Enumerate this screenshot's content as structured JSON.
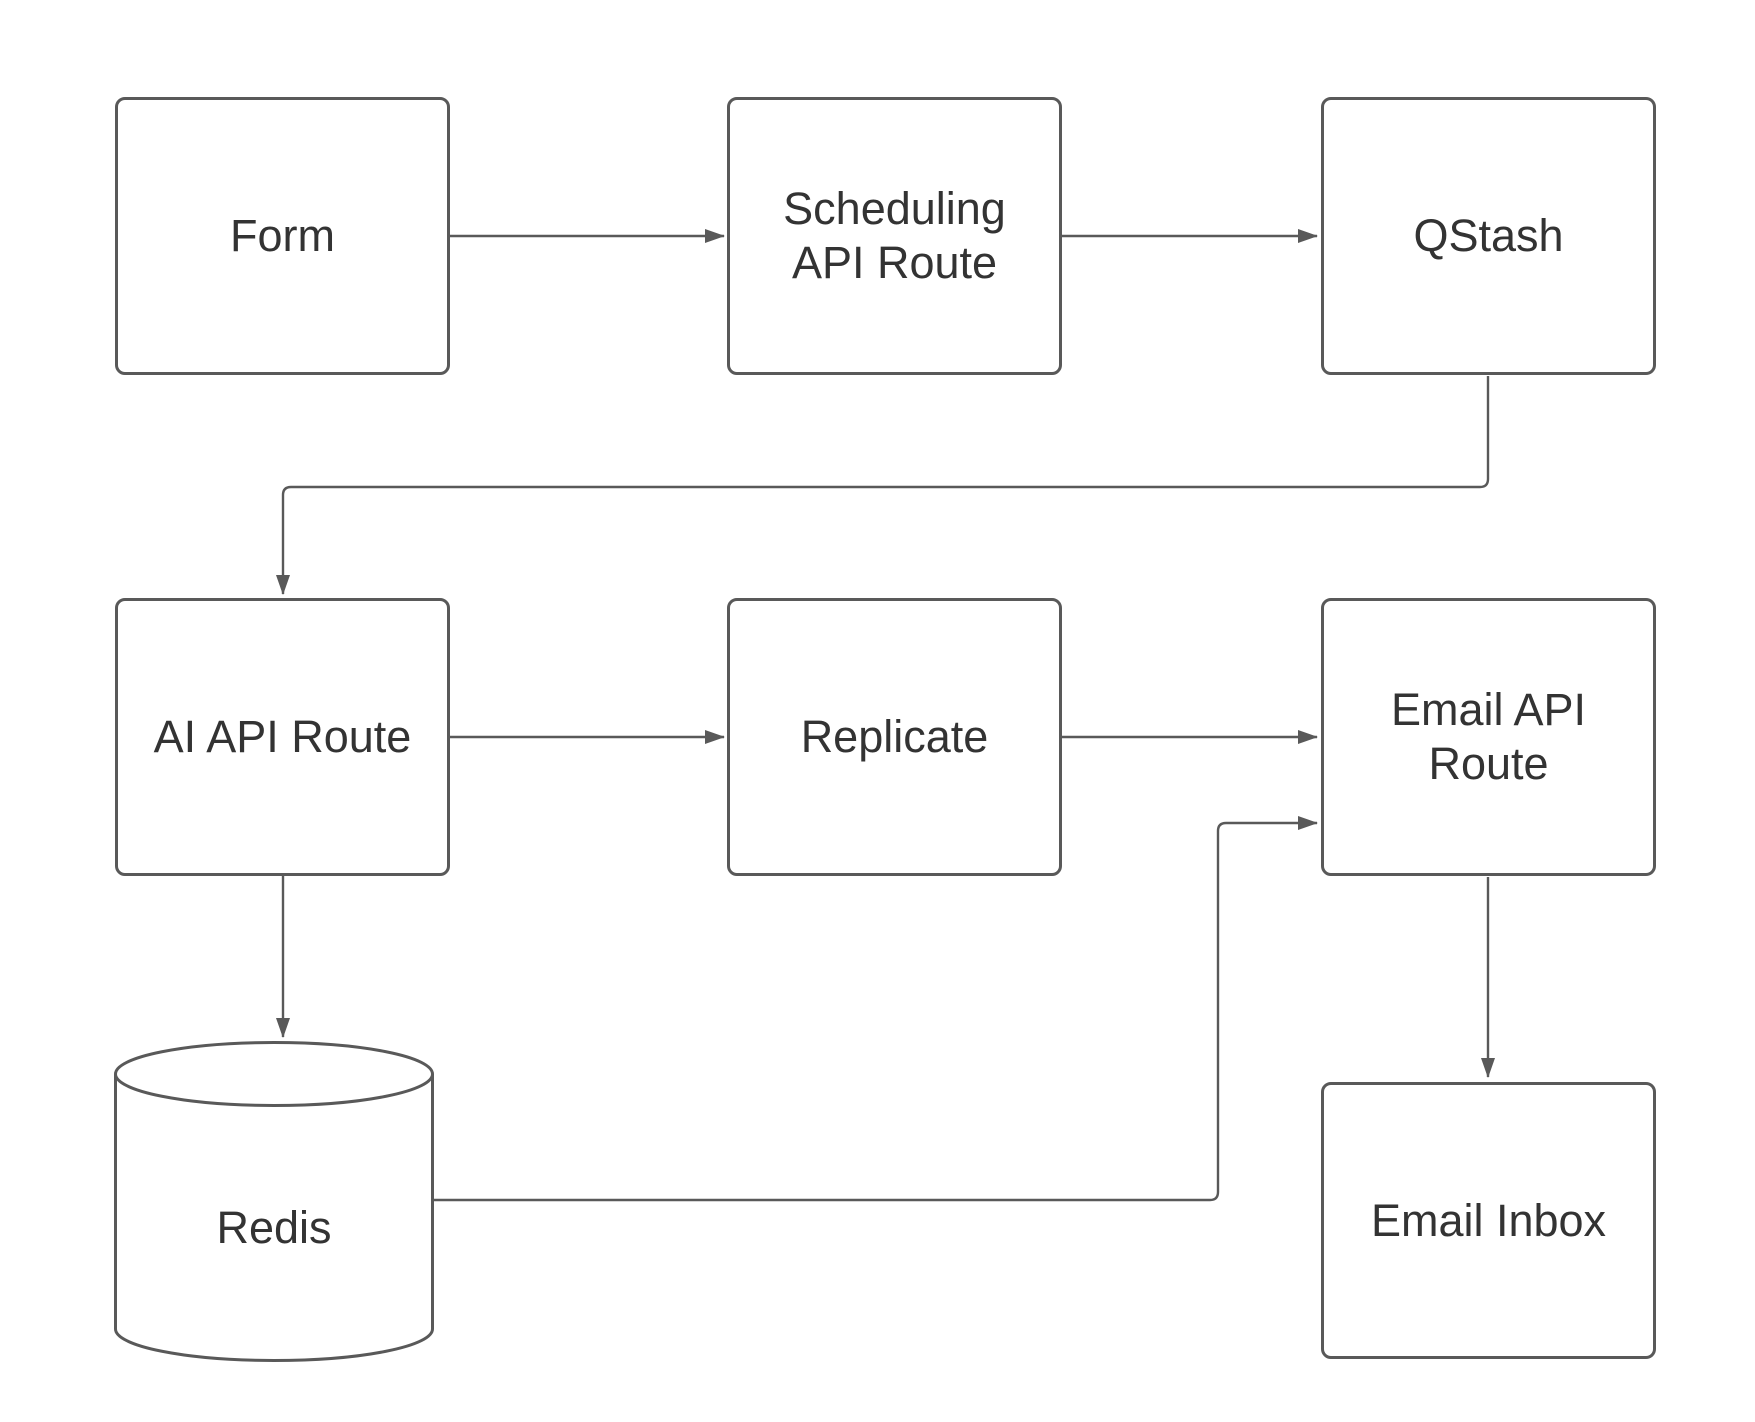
{
  "diagram": {
    "colors": {
      "background": "#ffffff",
      "node_fill": "#ffffff",
      "node_border": "#595959",
      "edge": "#595959",
      "text": "#333333"
    },
    "nodes": {
      "form": {
        "label": "Form",
        "shape": "rectangle"
      },
      "scheduling_api_route": {
        "label": "Scheduling API Route",
        "shape": "rectangle"
      },
      "qstash": {
        "label": "QStash",
        "shape": "rectangle"
      },
      "ai_api_route": {
        "label": "AI API Route",
        "shape": "rectangle"
      },
      "replicate": {
        "label": "Replicate",
        "shape": "rectangle"
      },
      "email_api_route": {
        "label": "Email API Route",
        "shape": "rectangle"
      },
      "redis": {
        "label": "Redis",
        "shape": "cylinder"
      },
      "email_inbox": {
        "label": "Email Inbox",
        "shape": "rectangle"
      }
    },
    "edges": [
      {
        "from": "Form",
        "to": "Scheduling API Route"
      },
      {
        "from": "Scheduling API Route",
        "to": "QStash"
      },
      {
        "from": "QStash",
        "to": "AI API Route"
      },
      {
        "from": "AI API Route",
        "to": "Replicate"
      },
      {
        "from": "Replicate",
        "to": "Email API Route"
      },
      {
        "from": "AI API Route",
        "to": "Redis"
      },
      {
        "from": "Redis",
        "to": "Email API Route"
      },
      {
        "from": "Email API Route",
        "to": "Email Inbox"
      }
    ]
  }
}
